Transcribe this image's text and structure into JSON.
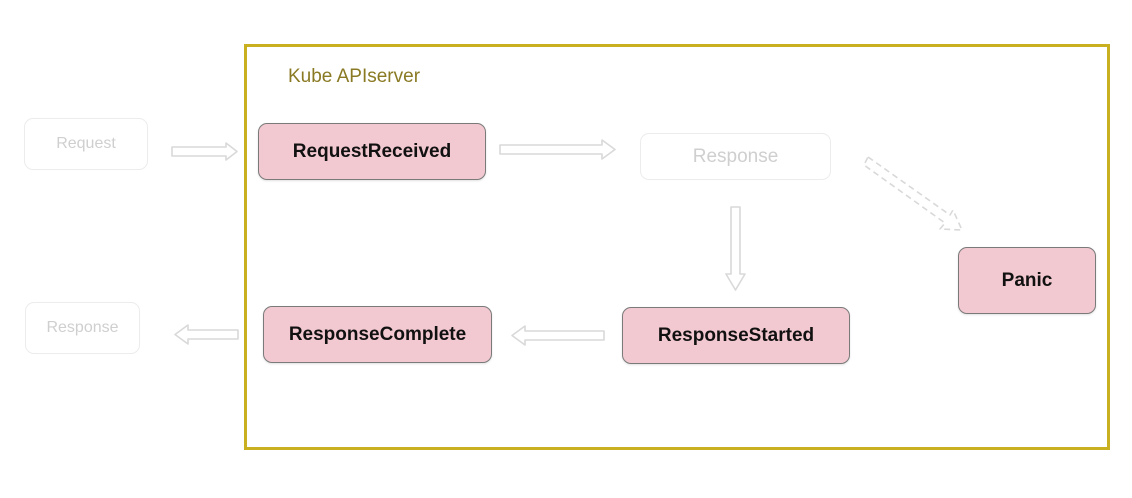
{
  "container": {
    "label": "Kube APIserver",
    "border_color": "#c8b020"
  },
  "nodes": {
    "request": "Request",
    "request_received": "RequestReceived",
    "response_inner": "Response",
    "panic": "Panic",
    "response_started": "ResponseStarted",
    "response_complete": "ResponseComplete",
    "response_outer": "Response"
  },
  "colors": {
    "active_fill": "#f3c9d1",
    "faded_text": "#cfcfcf",
    "arrow": "#d9d9d9"
  }
}
